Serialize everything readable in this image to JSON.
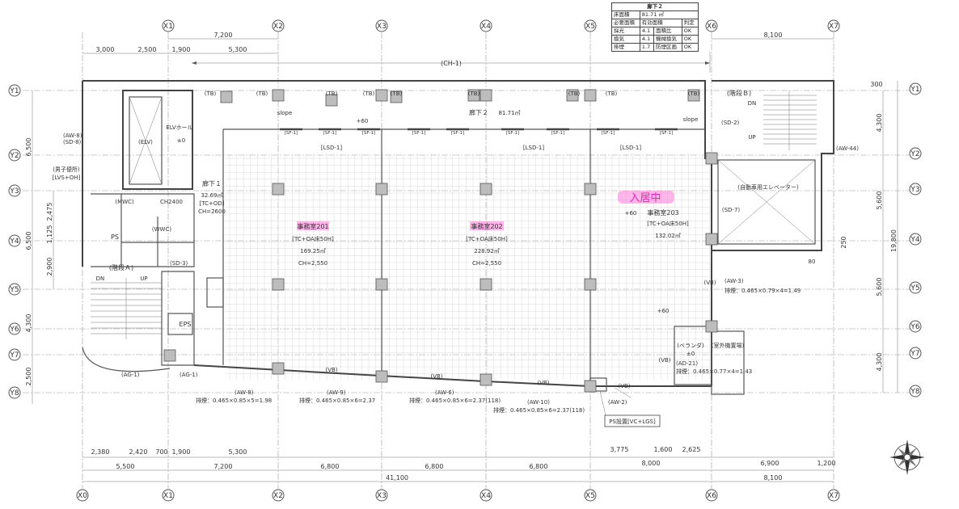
{
  "info_table": {
    "title": "廊下２",
    "rows": [
      [
        "床面積",
        "81.71 ㎡",
        ""
      ],
      [
        "必要面積",
        "有効面積",
        "判定"
      ],
      [
        "採光",
        "4.1",
        "面積比",
        "OK"
      ],
      [
        "換気",
        "4.1",
        "機械換気",
        "OK"
      ],
      [
        "排煙",
        "1.7",
        "防煙区画",
        "OK"
      ]
    ]
  },
  "axes_x": [
    "X0",
    "X1",
    "X2",
    "X3",
    "X4",
    "X5",
    "X6",
    "X7"
  ],
  "axes_y": [
    "Y1",
    "Y2",
    "Y3",
    "Y4",
    "Y5",
    "Y6",
    "Y7",
    "Y8"
  ],
  "dims_top": {
    "row1": [
      "7,200",
      "8,100"
    ],
    "row2": [
      "3,000",
      "2,500",
      "1,900",
      "5,300"
    ],
    "ch": "(CH-1)"
  },
  "dims_bottom": {
    "row1": [
      "2,380",
      "2,420",
      "700",
      "1,900",
      "5,300",
      "3,775",
      "1,600",
      "2,625"
    ],
    "row2": [
      "5,500",
      "7,200",
      "6,800",
      "6,800",
      "6,800",
      "8,000",
      "6,900",
      "1,200"
    ],
    "row3": [
      "41,100",
      "8,100"
    ]
  },
  "dims_left": {
    "outer": [
      "6,500",
      "6,500",
      "4,300",
      "2,500"
    ],
    "inner": [
      "2,475",
      "1,125",
      "2,900"
    ]
  },
  "dims_right": {
    "outer": [
      "4,300",
      "5,600",
      "5,600",
      "4,300"
    ],
    "inner": [
      "300",
      "19,800",
      "250"
    ]
  },
  "rooms": {
    "office201": {
      "name": "事務室201",
      "spec": "[TC+OA床50H]",
      "area": "169.25㎡",
      "ch": "CH=2,550"
    },
    "office202": {
      "name": "事務室202",
      "spec": "[TC+OA床50H]",
      "area": "228.92㎡",
      "ch": "CH=2,550"
    },
    "office203": {
      "name": "事務室203",
      "spec": "[TC+OA床50H]",
      "area": "132.02㎡",
      "level": "+60",
      "note": "入居中"
    },
    "corridor1": {
      "name": "廊下１",
      "area": "32.69㎡",
      "spec": "[TC+OD]",
      "ch": "CH=2600"
    },
    "corridor2": {
      "name": "廊下２",
      "area": "81.71㎡"
    },
    "elv": "(ELV)",
    "elv_hall": "ELVホール",
    "stair_a": "(階段Ａ)",
    "stair_b": "(階段Ｂ)",
    "parking_elv": "(自動車用エレベーター)",
    "multi_toilet": "(男子便所)",
    "multi_toilet_spec": "[LVS+OH]",
    "mwc": "(MWC)",
    "wwc": "(WWC)",
    "ps": "PS",
    "eps": "EPS",
    "veranda": "(ベランダ)",
    "veranda_lv": "±0",
    "outdoor_unit": "(室外機置場)",
    "ps_setting": "PS設置[VC+LGS]",
    "up": "UP",
    "dn": "DN",
    "plus60": "+60",
    "pm0": "±0",
    "ch2400": "CH2400",
    "slope": "slope",
    "n80": "80",
    "lsd": "[LSD-1]",
    "sf": "[SF-1]",
    "tb": "(TB)",
    "vb": "(VB)"
  },
  "smoke_notes": {
    "aw3": "(AW-3)",
    "aw3_v": "排煙：0.465×0.79×4=1.49",
    "ad21": "(AD-21)",
    "ad21_v": "排煙：0.465×0.77×4=1.43",
    "aw8": "(AW-8)",
    "aw8_v": "排煙：0.465×0.85×5=1.98",
    "aw9": "(AW-9)",
    "aw9_v": "排煙：0.465×0.85×6=2.37",
    "aw6": "(AW-6)",
    "aw6_v": "排煙：0.465×0.85×6=2.37(118)",
    "aw10": "(AW-10)",
    "aw10_v": "排煙：0.465×0.85×6=2.37(118)",
    "aw44": "(AW-44)",
    "aw8b": "(AW-8)",
    "sd8": "(SD-8)",
    "sd2": "(SD-2)",
    "sd7": "(SD-7)",
    "sd3": "(SD-3)",
    "ag1a": "(AG-1)",
    "ag1b": "(AG-1)",
    "aw2": "(AW-2)"
  },
  "colors": {
    "highlight": "#ff7ad9",
    "line": "#444444",
    "column": "#bdbdbd"
  }
}
